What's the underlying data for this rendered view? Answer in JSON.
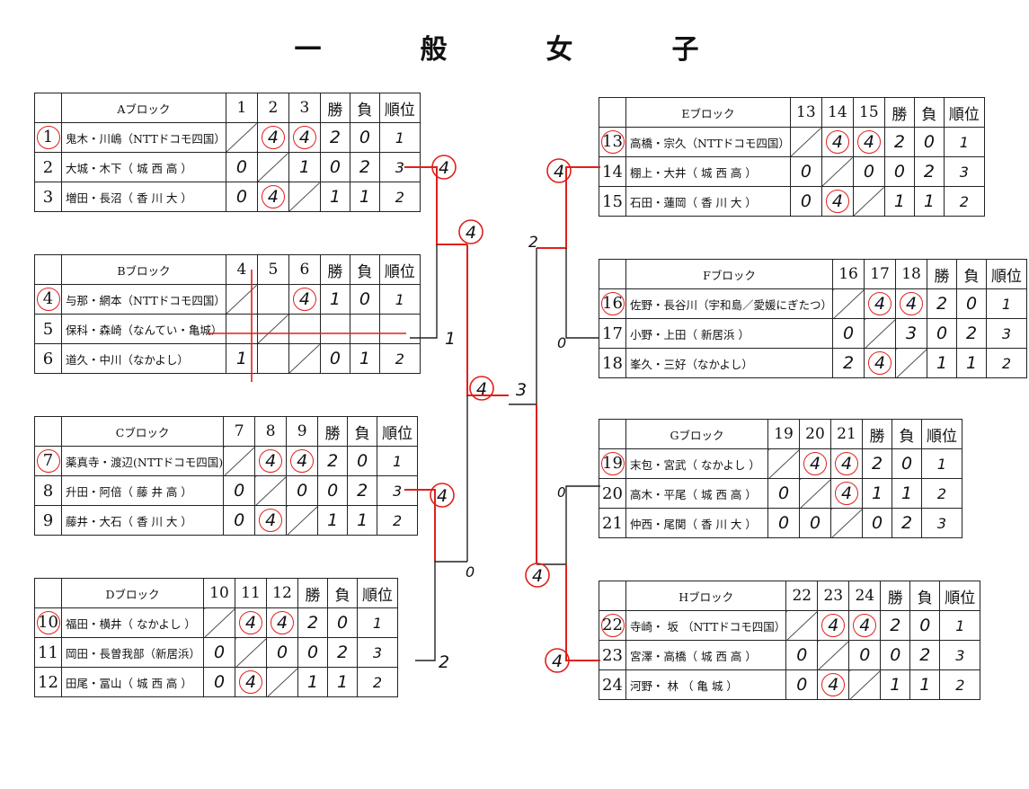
{
  "title": "一　般　女　子",
  "blocks": [
    {
      "name": "Aブロック",
      "cols": [
        "1",
        "2",
        "3"
      ],
      "h_win": "勝",
      "h_lose": "負",
      "h_rank": "順位",
      "rows": [
        {
          "no": "1",
          "name": "鬼木・川嶋（NTTドコモ四国）",
          "s": [
            "",
            "4",
            "4"
          ],
          "w": "2",
          "l": "0",
          "r": "1"
        },
        {
          "no": "2",
          "name": "大城・木下（ 城 西 高 ）",
          "s": [
            "0",
            "",
            "1"
          ],
          "w": "0",
          "l": "2",
          "r": "3"
        },
        {
          "no": "3",
          "name": "増田・長沼（ 香 川 大 ）",
          "s": [
            "0",
            "4",
            ""
          ],
          "w": "1",
          "l": "1",
          "r": "2"
        }
      ]
    },
    {
      "name": "Bブロック",
      "cols": [
        "4",
        "5",
        "6"
      ],
      "h_win": "勝",
      "h_lose": "負",
      "h_rank": "順位",
      "rows": [
        {
          "no": "4",
          "name": "与那・網本（NTTドコモ四国）",
          "s": [
            "",
            "",
            "4"
          ],
          "w": "1",
          "l": "0",
          "r": "1"
        },
        {
          "no": "5",
          "name": "保科・森崎（なんてい・亀城）",
          "s": [
            "",
            "",
            ""
          ],
          "w": "",
          "l": "",
          "r": ""
        },
        {
          "no": "6",
          "name": "道久・中川（なかよし）",
          "s": [
            "1",
            "",
            ""
          ],
          "w": "0",
          "l": "1",
          "r": "2"
        }
      ]
    },
    {
      "name": "Cブロック",
      "cols": [
        "7",
        "8",
        "9"
      ],
      "h_win": "勝",
      "h_lose": "負",
      "h_rank": "順位",
      "rows": [
        {
          "no": "7",
          "name": "薬真寺・渡辺(NTTドコモ四国)",
          "s": [
            "",
            "4",
            "4"
          ],
          "w": "2",
          "l": "0",
          "r": "1"
        },
        {
          "no": "8",
          "name": "升田・阿倍（ 藤 井 高 ）",
          "s": [
            "0",
            "",
            "0"
          ],
          "w": "0",
          "l": "2",
          "r": "3"
        },
        {
          "no": "9",
          "name": "藤井・大石（ 香 川 大 ）",
          "s": [
            "0",
            "4",
            ""
          ],
          "w": "1",
          "l": "1",
          "r": "2"
        }
      ]
    },
    {
      "name": "Dブロック",
      "cols": [
        "10",
        "11",
        "12"
      ],
      "h_win": "勝",
      "h_lose": "負",
      "h_rank": "順位",
      "rows": [
        {
          "no": "10",
          "name": "福田・横井（ なかよし ）",
          "s": [
            "",
            "4",
            "4"
          ],
          "w": "2",
          "l": "0",
          "r": "1"
        },
        {
          "no": "11",
          "name": "岡田・長曽我部（新居浜）",
          "s": [
            "0",
            "",
            "0"
          ],
          "w": "0",
          "l": "2",
          "r": "3"
        },
        {
          "no": "12",
          "name": "田尾・冨山（ 城 西 高 ）",
          "s": [
            "0",
            "4",
            ""
          ],
          "w": "1",
          "l": "1",
          "r": "2"
        }
      ]
    },
    {
      "name": "Eブロック",
      "cols": [
        "13",
        "14",
        "15"
      ],
      "h_win": "勝",
      "h_lose": "負",
      "h_rank": "順位",
      "rows": [
        {
          "no": "13",
          "name": "高橋・宗久（NTTドコモ四国）",
          "s": [
            "",
            "4",
            "4"
          ],
          "w": "2",
          "l": "0",
          "r": "1"
        },
        {
          "no": "14",
          "name": "棚上・大井（ 城 西 高 ）",
          "s": [
            "0",
            "",
            "0"
          ],
          "w": "0",
          "l": "2",
          "r": "3"
        },
        {
          "no": "15",
          "name": "石田・蓮岡（ 香 川 大 ）",
          "s": [
            "0",
            "4",
            ""
          ],
          "w": "1",
          "l": "1",
          "r": "2"
        }
      ]
    },
    {
      "name": "Fブロック",
      "cols": [
        "16",
        "17",
        "18"
      ],
      "h_win": "勝",
      "h_lose": "負",
      "h_rank": "順位",
      "rows": [
        {
          "no": "16",
          "name": "佐野・長谷川（宇和島／愛媛にぎたつ）",
          "s": [
            "",
            "4",
            "4"
          ],
          "w": "2",
          "l": "0",
          "r": "1"
        },
        {
          "no": "17",
          "name": "小野・上田（ 新居浜 ）",
          "s": [
            "0",
            "",
            "3"
          ],
          "w": "0",
          "l": "2",
          "r": "3"
        },
        {
          "no": "18",
          "name": "峯久・三好（なかよし）",
          "s": [
            "2",
            "4",
            ""
          ],
          "w": "1",
          "l": "1",
          "r": "2"
        }
      ]
    },
    {
      "name": "Gブロック",
      "cols": [
        "19",
        "20",
        "21"
      ],
      "h_win": "勝",
      "h_lose": "負",
      "h_rank": "順位",
      "rows": [
        {
          "no": "19",
          "name": "末包・宮武（ なかよし ）",
          "s": [
            "",
            "4",
            "4"
          ],
          "w": "2",
          "l": "0",
          "r": "1"
        },
        {
          "no": "20",
          "name": "高木・平尾（ 城 西 高 ）",
          "s": [
            "0",
            "",
            "4"
          ],
          "w": "1",
          "l": "1",
          "r": "2"
        },
        {
          "no": "21",
          "name": "仲西・尾関（ 香 川 大 ）",
          "s": [
            "0",
            "0",
            ""
          ],
          "w": "0",
          "l": "2",
          "r": "3"
        }
      ]
    },
    {
      "name": "Hブロック",
      "cols": [
        "22",
        "23",
        "24"
      ],
      "h_win": "勝",
      "h_lose": "負",
      "h_rank": "順位",
      "rows": [
        {
          "no": "22",
          "name": "寺崎・ 坂 （NTTドコモ四国）",
          "s": [
            "",
            "4",
            "4"
          ],
          "w": "2",
          "l": "0",
          "r": "1"
        },
        {
          "no": "23",
          "name": "宮澤・高橋（ 城 西 高 ）",
          "s": [
            "0",
            "",
            "0"
          ],
          "w": "0",
          "l": "2",
          "r": "3"
        },
        {
          "no": "24",
          "name": "河野・ 林 （ 亀 城 ）",
          "s": [
            "0",
            "4",
            ""
          ],
          "w": "1",
          "l": "1",
          "r": "2"
        }
      ]
    }
  ],
  "bracket_scores": {
    "ab_a": "4",
    "ab_b": "1",
    "abcd_top": "4",
    "cd_c": "4",
    "cd_d": "2",
    "abcd_bottom_lose": "0",
    "abcd_final": "4",
    "final_right": "3",
    "ef_e": "4",
    "ef_f": "0",
    "efgh_top": "2",
    "gh_g": "0",
    "gh_h": "4",
    "efgh_win": "4"
  },
  "colors": {
    "ink": "#111111",
    "red": "#e0201a"
  }
}
